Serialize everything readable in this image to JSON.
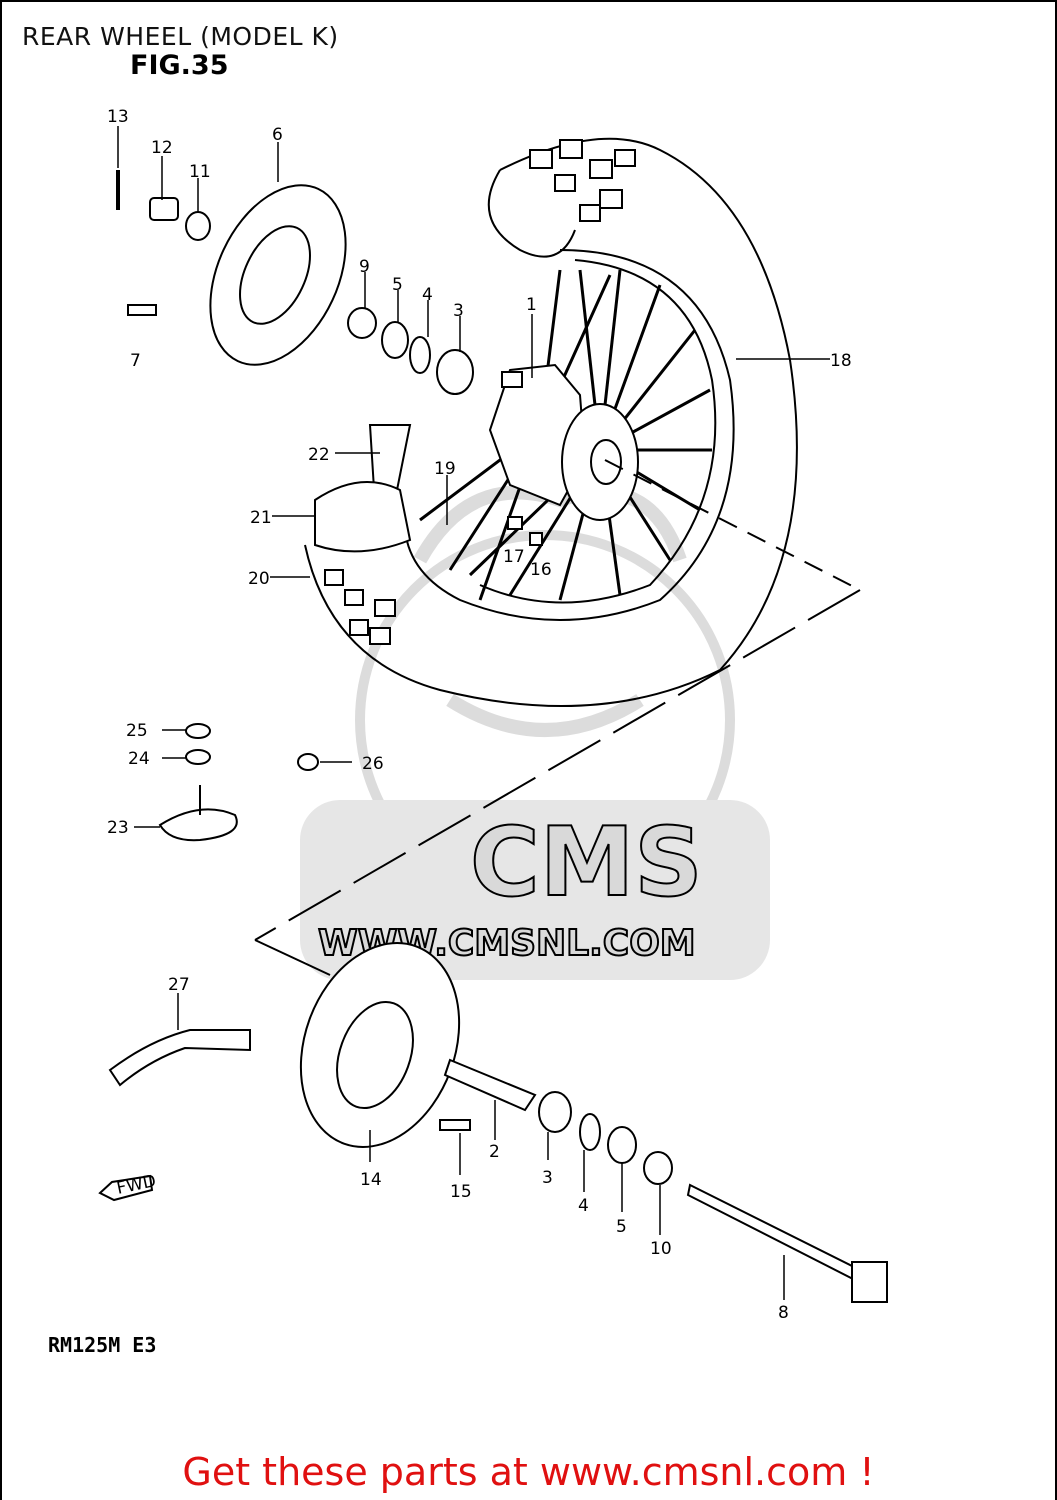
{
  "header": {
    "title": "REAR WHEEL (MODEL K)",
    "figure": "FIG.35"
  },
  "model_code": "RM125M  E3",
  "fwd_arrow": "FWD",
  "watermark": {
    "logo": "CMS",
    "url": "WWW.CMSNL.COM"
  },
  "footer": {
    "cta": "Get these parts at www.cmsnl.com !"
  },
  "colors": {
    "line": "#000000",
    "footer_text": "#e01010",
    "watermark": "#d9d9d9"
  },
  "callouts": [
    "1",
    "2",
    "3",
    "3",
    "4",
    "4",
    "5",
    "5",
    "6",
    "7",
    "8",
    "9",
    "10",
    "11",
    "12",
    "13",
    "14",
    "15",
    "16",
    "17",
    "18",
    "19",
    "20",
    "21",
    "22",
    "23",
    "24",
    "25",
    "26",
    "27"
  ]
}
